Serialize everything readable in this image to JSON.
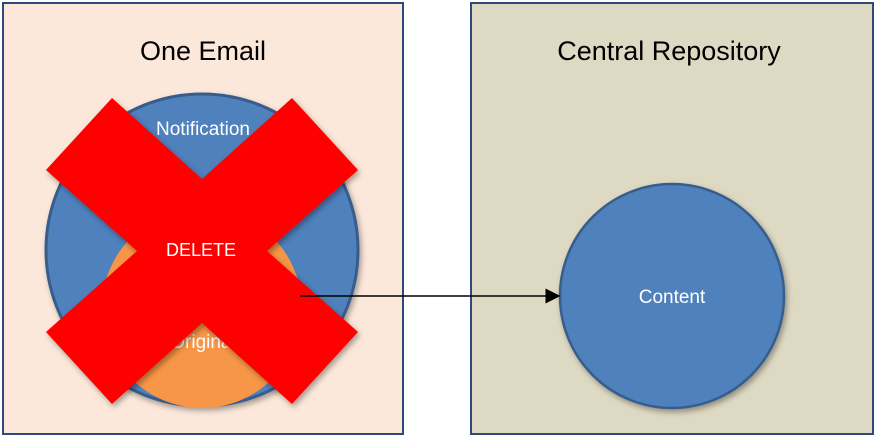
{
  "colors": {
    "left_panel_fill": "#fce8da",
    "right_panel_fill": "#ddd9c3",
    "panel_border": "#2e4a7a",
    "blue_circle_fill": "#4f81bd",
    "blue_circle_border": "#385d8a",
    "orange_circle_fill": "#f79646",
    "x_mark_fill": "#ff0000",
    "connector": "#000000"
  },
  "left_panel": {
    "title": "One Email",
    "outer_circle_label": "Notification",
    "inner_circle_label": "Original",
    "delete_label": "DELETE"
  },
  "right_panel": {
    "title": "Central Repository",
    "content_circle_label": "Content"
  },
  "icons": {
    "delete_mark": "red-x-icon",
    "connector": "arrow-right-icon"
  }
}
